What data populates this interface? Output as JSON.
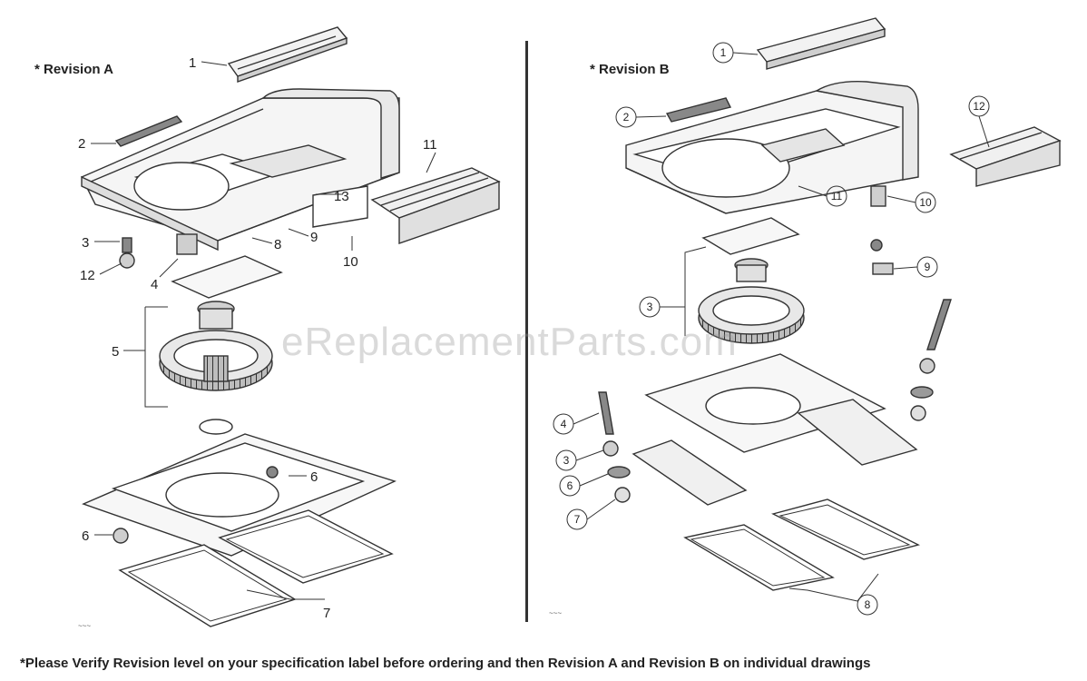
{
  "revision_a": {
    "title": "* Revision A",
    "labels": [
      "1",
      "2",
      "3",
      "12",
      "4",
      "5",
      "6",
      "6",
      "7",
      "8",
      "9",
      "10",
      "11",
      "13"
    ],
    "drawing_code": "~~~"
  },
  "revision_b": {
    "title": "* Revision B",
    "labels": [
      "1",
      "2",
      "12",
      "11",
      "10",
      "9",
      "3",
      "4",
      "3",
      "6",
      "7",
      "8"
    ],
    "drawing_code": "~~~"
  },
  "watermark": "eReplacementParts.com",
  "footnote": "*Please  Verify Revision level on your specification label before ordering and then Revision A and Revision B on individual drawings",
  "colors": {
    "line": "#333333",
    "fill_light": "#f2f2f2",
    "fill_mid": "#d9d9d9",
    "fill_dark": "#9a9a9a"
  }
}
